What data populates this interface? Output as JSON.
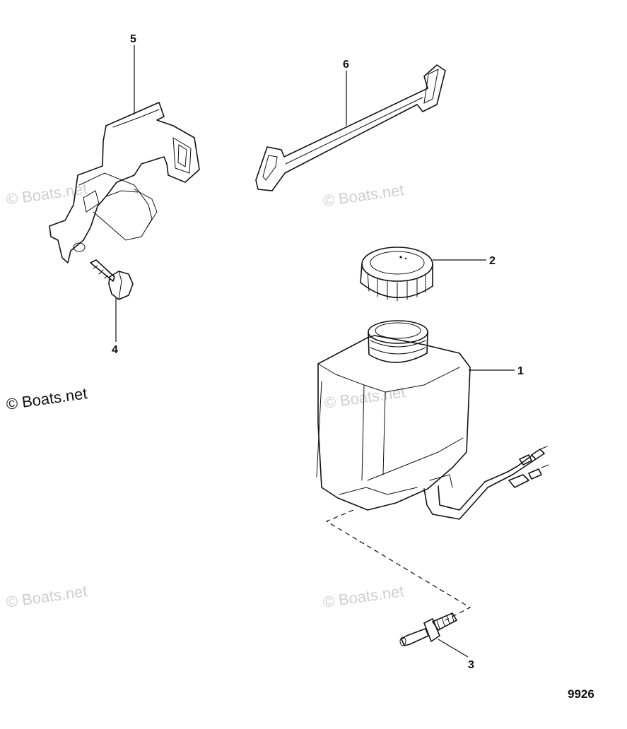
{
  "callouts": {
    "c1": "1",
    "c2": "2",
    "c3": "3",
    "c4": "4",
    "c5": "5",
    "c6": "6"
  },
  "figure_number": "9926",
  "watermark": "© Boats.net"
}
